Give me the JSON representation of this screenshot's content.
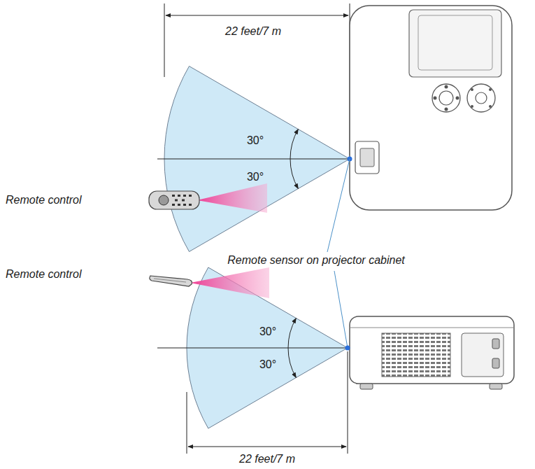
{
  "diagram": {
    "labels": [
      "22 feet/7 m",
      "30°",
      "30°",
      "Remote control",
      "Remote sensor on projector cabinet",
      "Remote control",
      "30°",
      "30°",
      "22 feet/7 m"
    ]
  }
}
